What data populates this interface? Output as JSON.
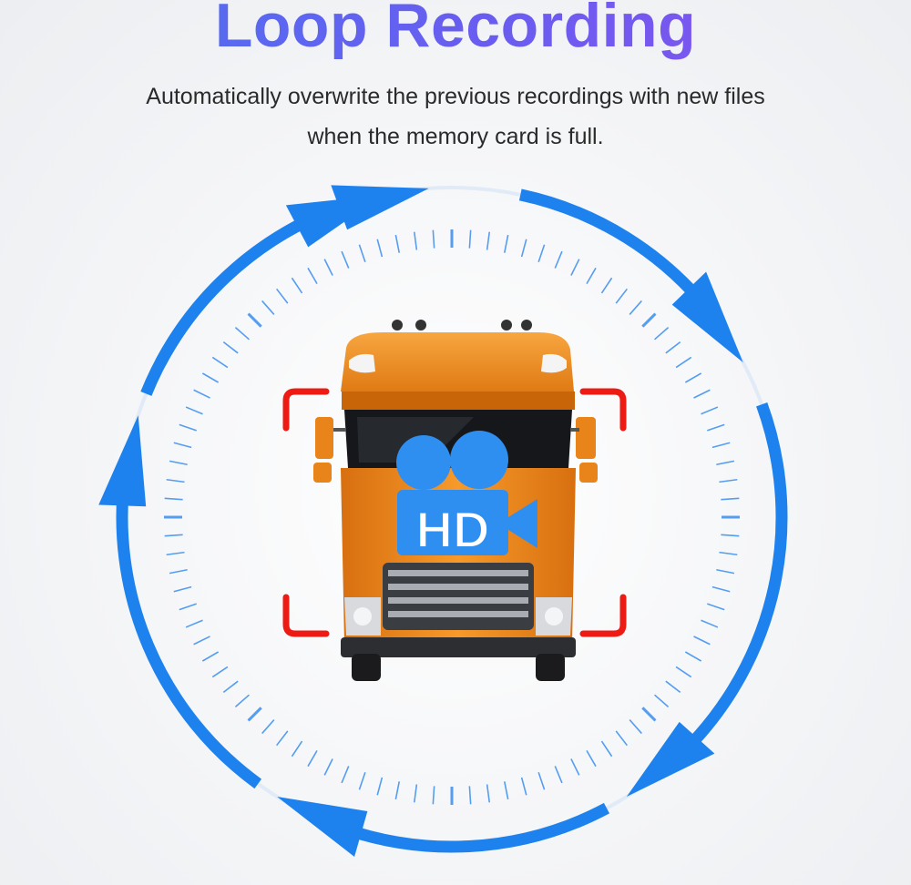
{
  "title": "Loop Recording",
  "subtitle": {
    "line1": "Automatically overwrite the previous recordings with new files",
    "line2": "when the memory card is full."
  },
  "badge": {
    "text": "HD",
    "icon": "video-camera-icon"
  },
  "colors": {
    "arrow": "#1e82ee",
    "tick": "#3a8ef0",
    "frame": "#ee1a14",
    "truck": "#f08a1c",
    "camera": "#2e8ff0"
  }
}
